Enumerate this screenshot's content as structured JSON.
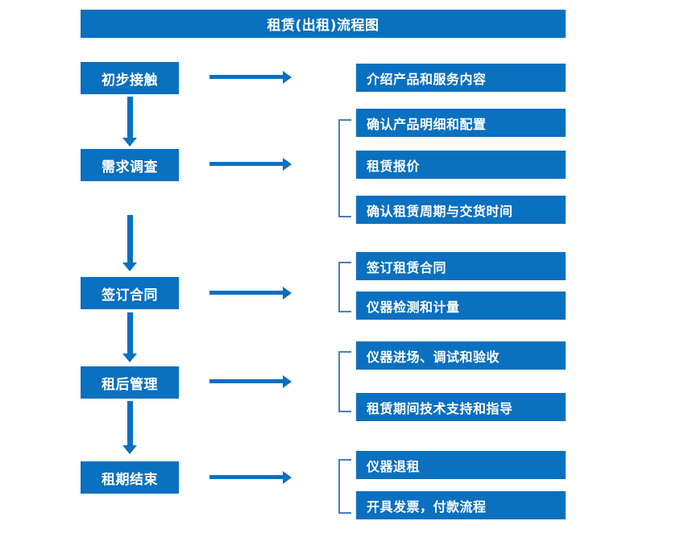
{
  "diagram": {
    "title": "租赁(出租)流程图",
    "accent_color": "#0A70C0",
    "bracket_color": "#4A7EBB",
    "text_color": "#FFFFFF",
    "background_color": "#FFFFFF"
  },
  "stages": [
    {
      "label": "初步接触"
    },
    {
      "label": "需求调查"
    },
    {
      "label": "签订合同"
    },
    {
      "label": "租后管理"
    },
    {
      "label": "租期结束"
    }
  ],
  "details": [
    {
      "label": "介绍产品和服务内容"
    },
    {
      "label": "确认产品明细和配置"
    },
    {
      "label": "租赁报价"
    },
    {
      "label": "确认租赁周期与交货时间"
    },
    {
      "label": "签订租赁合同"
    },
    {
      "label": "仪器检测和计量"
    },
    {
      "label": "仪器进场、调试和验收"
    },
    {
      "label": "租赁期间技术支持和指导"
    },
    {
      "label": "仪器退租"
    },
    {
      "label": "开具发票，付款流程"
    }
  ],
  "chart_data": {
    "type": "diagram",
    "title": "租赁(出租)流程图",
    "nodes": [
      {
        "id": "s1",
        "label": "初步接触",
        "column": "stage",
        "order": 1
      },
      {
        "id": "s2",
        "label": "需求调查",
        "column": "stage",
        "order": 2
      },
      {
        "id": "s3",
        "label": "签订合同",
        "column": "stage",
        "order": 3
      },
      {
        "id": "s4",
        "label": "租后管理",
        "column": "stage",
        "order": 4
      },
      {
        "id": "s5",
        "label": "租期结束",
        "column": "stage",
        "order": 5
      },
      {
        "id": "d1",
        "label": "介绍产品和服务内容",
        "column": "detail",
        "group": "s1"
      },
      {
        "id": "d2",
        "label": "确认产品明细和配置",
        "column": "detail",
        "group": "s2"
      },
      {
        "id": "d3",
        "label": "租赁报价",
        "column": "detail",
        "group": "s2"
      },
      {
        "id": "d4",
        "label": "确认租赁周期与交货时间",
        "column": "detail",
        "group": "s2"
      },
      {
        "id": "d5",
        "label": "签订租赁合同",
        "column": "detail",
        "group": "s3"
      },
      {
        "id": "d6",
        "label": "仪器检测和计量",
        "column": "detail",
        "group": "s3"
      },
      {
        "id": "d7",
        "label": "仪器进场、调试和验收",
        "column": "detail",
        "group": "s4"
      },
      {
        "id": "d8",
        "label": "租赁期间技术支持和指导",
        "column": "detail",
        "group": "s4"
      },
      {
        "id": "d9",
        "label": "仪器退租",
        "column": "detail",
        "group": "s5"
      },
      {
        "id": "d10",
        "label": "开具发票，付款流程",
        "column": "detail",
        "group": "s5"
      }
    ],
    "edges": [
      {
        "from": "s1",
        "to": "s2",
        "kind": "vertical-arrow"
      },
      {
        "from": "s2",
        "to": "s3",
        "kind": "vertical-arrow"
      },
      {
        "from": "s3",
        "to": "s4",
        "kind": "vertical-arrow"
      },
      {
        "from": "s4",
        "to": "s5",
        "kind": "vertical-arrow"
      },
      {
        "from": "s1",
        "to": "d1",
        "kind": "horizontal-arrow"
      },
      {
        "from": "s2",
        "to": "d2",
        "kind": "horizontal-arrow"
      },
      {
        "from": "s3",
        "to": "d5",
        "kind": "horizontal-arrow"
      },
      {
        "from": "s4",
        "to": "d7",
        "kind": "horizontal-arrow"
      },
      {
        "from": "s5",
        "to": "d9",
        "kind": "horizontal-arrow"
      }
    ]
  }
}
